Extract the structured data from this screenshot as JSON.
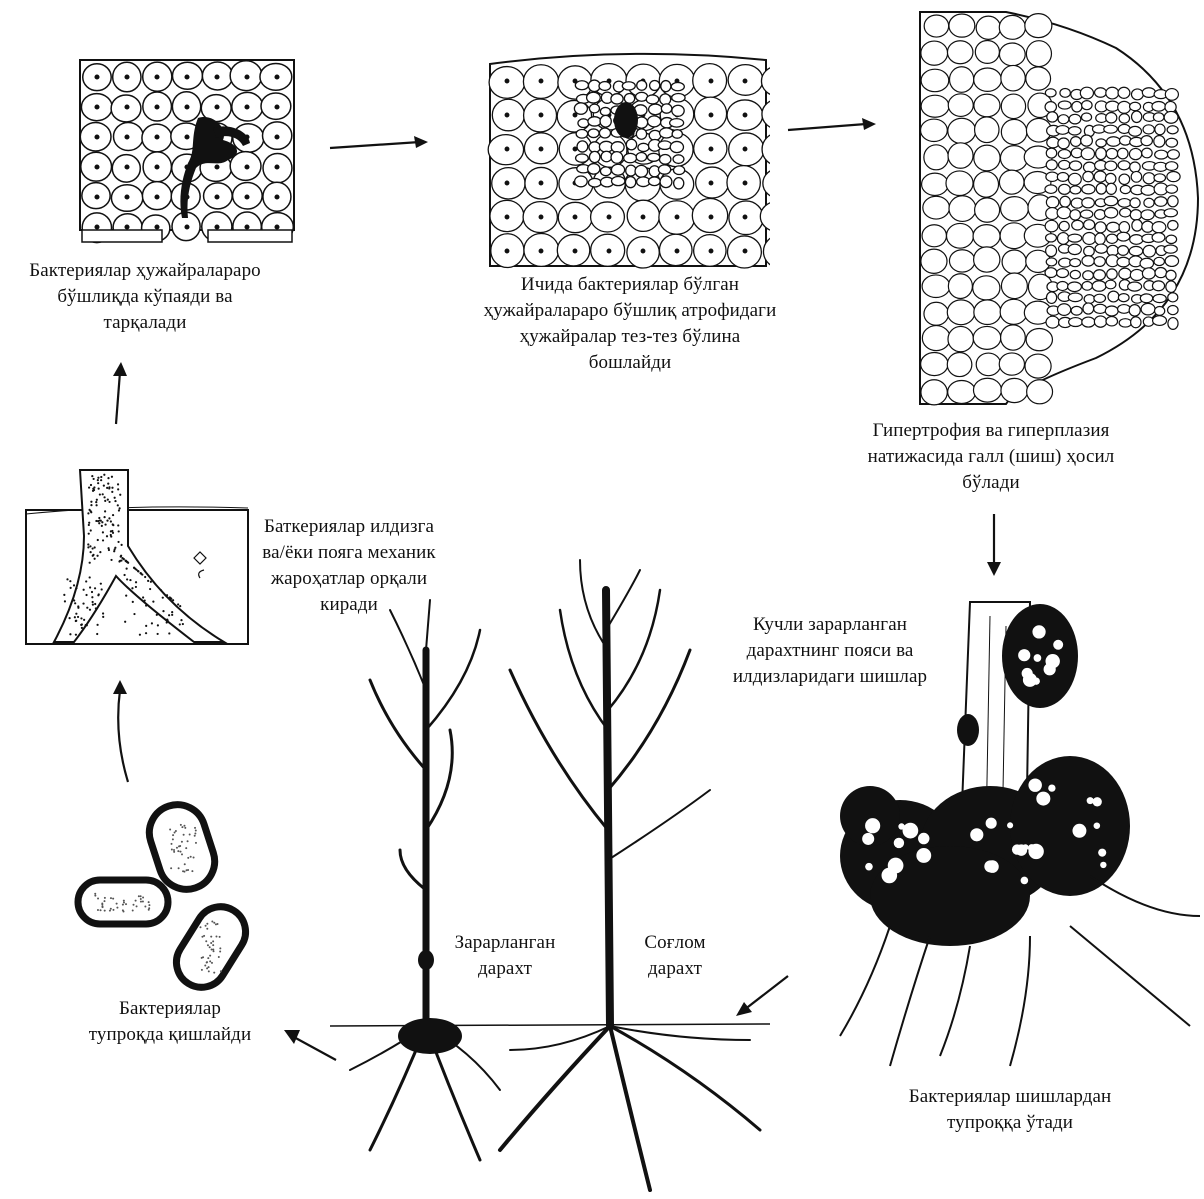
{
  "captions": {
    "spread": "Бактериялар ҳужайралараро\nбўшлиқда кўпаяди ва\nтарқалади",
    "division": "Ичида бактериялар бўлган\nҳужайралараро бўшлиқ атрофидаги\nҳужайралар тез-тез бўлина\nбошлайди",
    "gall": "Гипертрофия ва гиперплазия\nнатижасида галл (шиш) ҳосил\nбўлади",
    "entry": "Баткериялар илдизга\nва/ёки пояга механик\nжароҳатлар орқали\nкиради",
    "trunk": "Кучли зарарланган\nдарахтнинг пояси ва\nилдизларидаги шишлар",
    "soil": "Бактериялар\nтупроқда қишлайди",
    "exit": "Бактериялар шишлардан\nтупроққа ўтади",
    "infected_tree": "Зарарланган\nдарахт",
    "healthy_tree": "Соғлом\nдарахт"
  },
  "colors": {
    "ink": "#111111",
    "paper": "#ffffff"
  }
}
